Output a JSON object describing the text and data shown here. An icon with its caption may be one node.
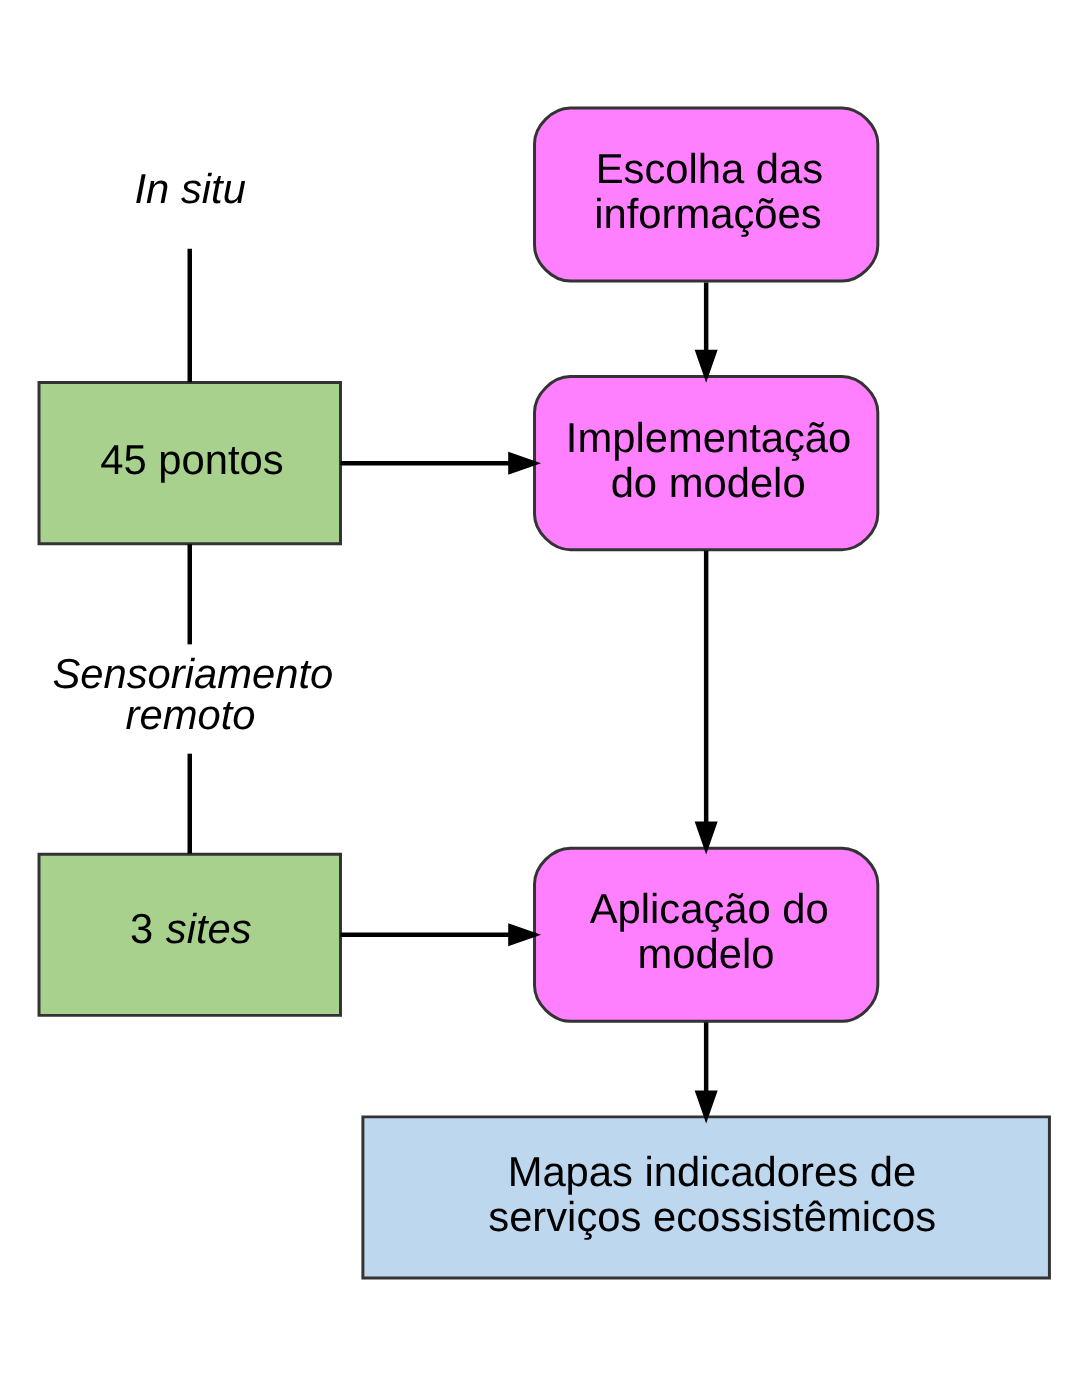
{
  "diagram": {
    "nodes": [
      {
        "text": [
          "Escolha das informações"
        ]
      },
      {
        "text": [
          "In situ"
        ]
      },
      {
        "text": [
          "45 pontos"
        ]
      },
      {
        "text": [
          "Implementação do modelo"
        ]
      },
      {
        "text": [
          "Sensoriamento remoto"
        ]
      },
      {
        "text": [
          "3 *sites*"
        ]
      },
      {
        "text": [
          "Aplicação do modelo"
        ]
      },
      {
        "text": [
          "Mapas indicadores de serviços ecossistêmicos"
        ]
      }
    ],
    "edges": [
      {
        "from": 0,
        "to": 3,
        "arrow": "to"
      },
      {
        "from": 1,
        "to": 2,
        "arrow": "none"
      },
      {
        "from": 2,
        "to": 3,
        "arrow": "to"
      },
      {
        "from": 2,
        "to": 4,
        "arrow": "none"
      },
      {
        "from": 4,
        "to": 5,
        "arrow": "none"
      },
      {
        "from": 3,
        "to": 6,
        "arrow": "to"
      },
      {
        "from": 5,
        "to": 6,
        "arrow": "to"
      },
      {
        "from": 6,
        "to": 7,
        "arrow": "to"
      }
    ]
  }
}
